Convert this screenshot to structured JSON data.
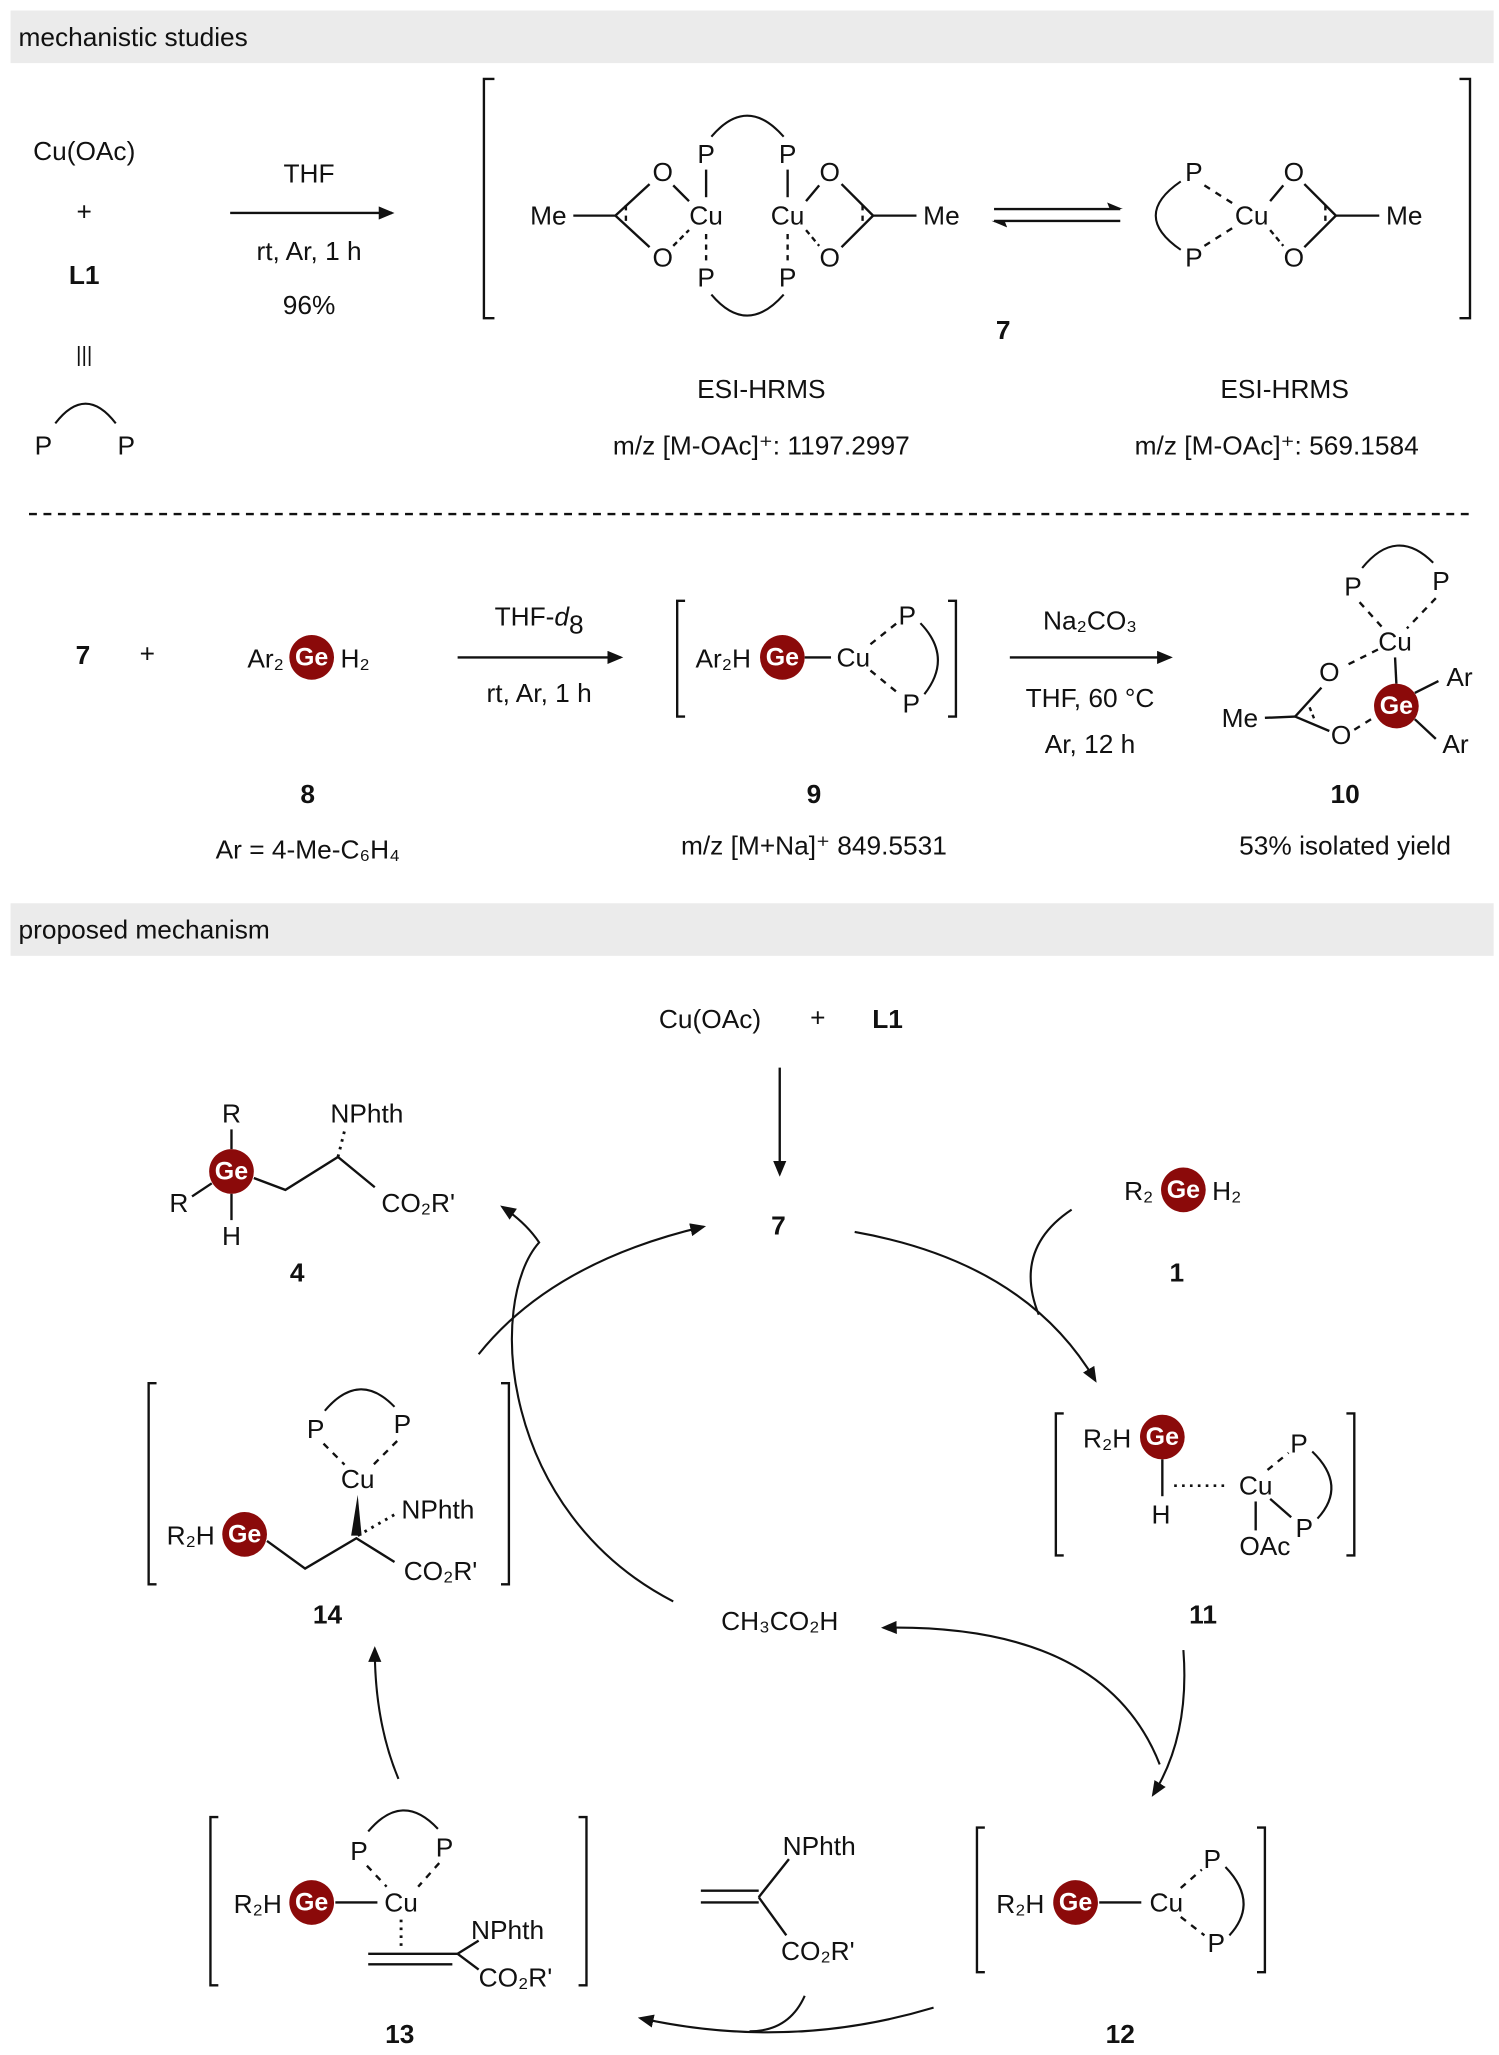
{
  "colors": {
    "ge_circle": "#8b0a0a",
    "header_bg": "#ebebeb"
  },
  "sections": {
    "studies": "mechanistic studies",
    "mechanism": "proposed mechanism"
  },
  "atoms": {
    "ge": "Ge",
    "cu": "Cu",
    "p": "P",
    "o": "O",
    "me": "Me",
    "h": "H",
    "ar": "Ar",
    "r": "R",
    "oac": "OAc",
    "nphth": "NPhth",
    "co2r": "CO₂R'",
    "ar2": "Ar₂",
    "ar2h": "Ar₂H",
    "r2": "R₂",
    "r2h": "R₂H",
    "h2": "H₂"
  },
  "reaction1": {
    "reactant": "Cu(OAc)",
    "plus": "+",
    "ligand": "L1",
    "equiv": "|||",
    "solvent": "THF",
    "conditions": "rt, Ar, 1 h",
    "yield": "96%",
    "product": "7",
    "hrms_label": "ESI-HRMS",
    "hrms_dimer": "m/z [M-OAc]⁺: 1197.2997",
    "hrms_monomer": "m/z [M-OAc]⁺: 569.1584"
  },
  "reaction2": {
    "reactant1": "7",
    "plus": "+",
    "solvent_prefix": "THF-",
    "solvent_d": "d",
    "solvent_sub": "8",
    "conditions1": "rt, Ar, 1 h",
    "reagent": "Na₂CO₃",
    "conditions2a": "THF, 60 °C",
    "conditions2b": "Ar, 12 h",
    "label8": "8",
    "label9": "9",
    "label10": "10",
    "note8": "Ar = 4-Me-C₆H₄",
    "note9": "m/z [M+Na]⁺ 849.5531",
    "note10": "53% isolated yield"
  },
  "mechanism": {
    "start_reactant": "Cu(OAc)",
    "plus": "+",
    "ligand": "L1",
    "cat": "7",
    "label1": "1",
    "label4": "4",
    "label11": "11",
    "label12": "12",
    "label13": "13",
    "label14": "14",
    "acid": "CH₃CO₂H"
  }
}
